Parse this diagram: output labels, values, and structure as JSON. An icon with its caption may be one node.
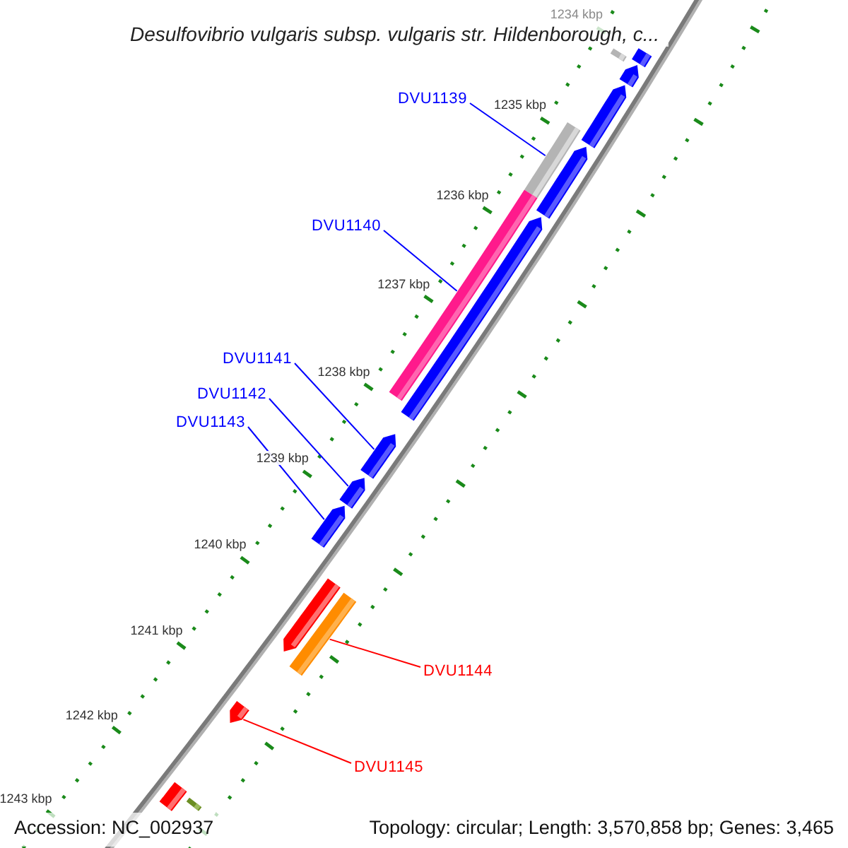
{
  "diagram": {
    "title": "Desulfovibrio vulgaris subsp. vulgaris str. Hildenborough, c...",
    "nodes": [
      {
        "text": [
          "DVU1139"
        ]
      },
      {
        "text": [
          "DVU1140"
        ]
      },
      {
        "text": [
          "DVU1141"
        ]
      },
      {
        "text": [
          "DVU1142"
        ]
      },
      {
        "text": [
          "DVU1143"
        ]
      },
      {
        "text": [
          "DVU1144"
        ]
      },
      {
        "text": [
          "DVU1145"
        ]
      },
      {
        "text": [],
        "shape": "bar"
      },
      {
        "text": [],
        "shape": "bar"
      },
      {
        "text": [],
        "shape": "bar"
      },
      {
        "text": [],
        "shape": "bar"
      },
      {
        "text": [],
        "shape": "bar"
      },
      {
        "text": [],
        "shape": "bar"
      },
      {
        "text": [],
        "shape": "bar"
      },
      {
        "text": [],
        "shape": "bar"
      },
      {
        "text": [],
        "shape": "bar"
      },
      {
        "text": [],
        "shape": "bar"
      },
      {
        "text": [],
        "shape": "bar"
      },
      {
        "text": [],
        "shape": "bar"
      },
      {
        "text": [],
        "shape": "bar"
      },
      {
        "text": [],
        "shape": "bar"
      },
      {
        "text": [],
        "shape": "bar"
      },
      {
        "text": [],
        "shape": "bar"
      }
    ],
    "edges": [
      {
        "from": 0,
        "to": 16,
        "arrow": "none"
      },
      {
        "from": 1,
        "to": 17,
        "arrow": "none"
      },
      {
        "from": 2,
        "to": 12,
        "arrow": "none"
      },
      {
        "from": 3,
        "to": 13,
        "arrow": "none"
      },
      {
        "from": 4,
        "to": 14,
        "arrow": "none"
      },
      {
        "from": 5,
        "to": 21,
        "arrow": "none",
        "color": "#ff0000"
      },
      {
        "from": 6,
        "to": 19,
        "arrow": "none",
        "color": "#ff0000"
      }
    ],
    "labels": [
      "1234 kbp",
      "1235 kbp",
      "1236 kbp",
      "1237 kbp",
      "1238 kbp",
      "1239 kbp",
      "1240 kbp",
      "1241 kbp",
      "1242 kbp",
      "1243 kbp",
      "Accession: NC_002937",
      "Topology: circular; Length: 3,570,858 bp; Genes: 3,465"
    ]
  }
}
